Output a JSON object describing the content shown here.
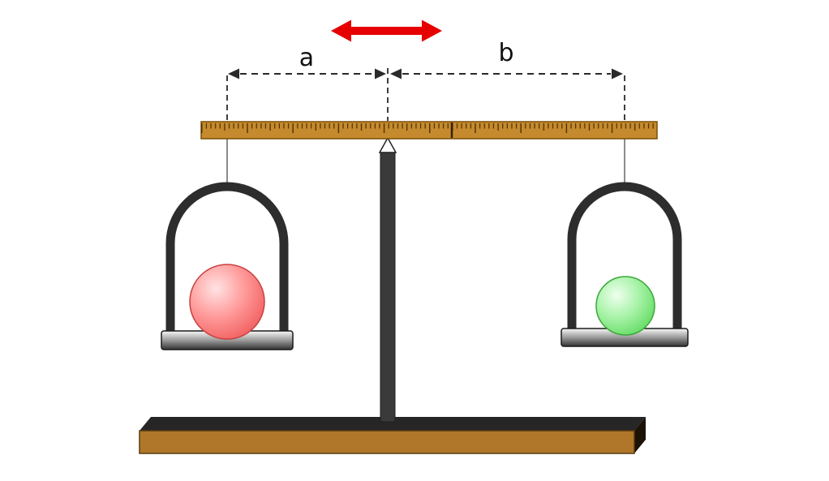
{
  "diagram": {
    "name": "Beam balance with ruler and two hanging pans",
    "labels": {
      "left_distance": "a",
      "right_distance": "b"
    },
    "colors": {
      "move_arrow": "#e60000",
      "dimension": "#2a2a2a",
      "label_text": "#111111",
      "ruler_fill": "#c68a2e",
      "ruler_edge": "#7a4e08",
      "tick": "#4a3000",
      "center_tick": "#3a2200",
      "pivot_fill": "#ffffff",
      "post_fill": "#3a3a3a",
      "base_top": "#262626",
      "base_front": "#b0772a",
      "base_side": "#1c1206",
      "hanger": "#2d2d2d",
      "wire": "#666666",
      "pan_light": "#f8f8f8",
      "pan_mid": "#9a9a9a",
      "pan_dark": "#333333",
      "red_ball_highlight": "#ffe3e3",
      "red_ball_mid": "#ff9898",
      "red_ball_edge": "#ef5858",
      "green_ball_highlight": "#eeffee",
      "green_ball_mid": "#a5f2a5",
      "green_ball_edge": "#5cd95c"
    }
  }
}
